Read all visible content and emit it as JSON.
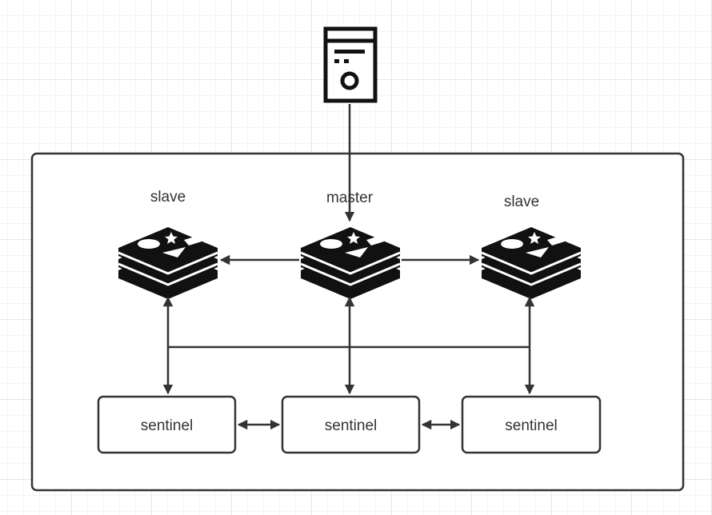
{
  "nodes": {
    "left": {
      "label": "slave"
    },
    "center": {
      "label": "master"
    },
    "right": {
      "label": "slave"
    }
  },
  "sentinels": [
    {
      "label": "sentinel"
    },
    {
      "label": "sentinel"
    },
    {
      "label": "sentinel"
    }
  ],
  "icons": {
    "client": "server-icon",
    "redis": "redis-icon"
  },
  "colors": {
    "stroke": "#333333",
    "icon": "#111111",
    "background": "#ffffff"
  }
}
